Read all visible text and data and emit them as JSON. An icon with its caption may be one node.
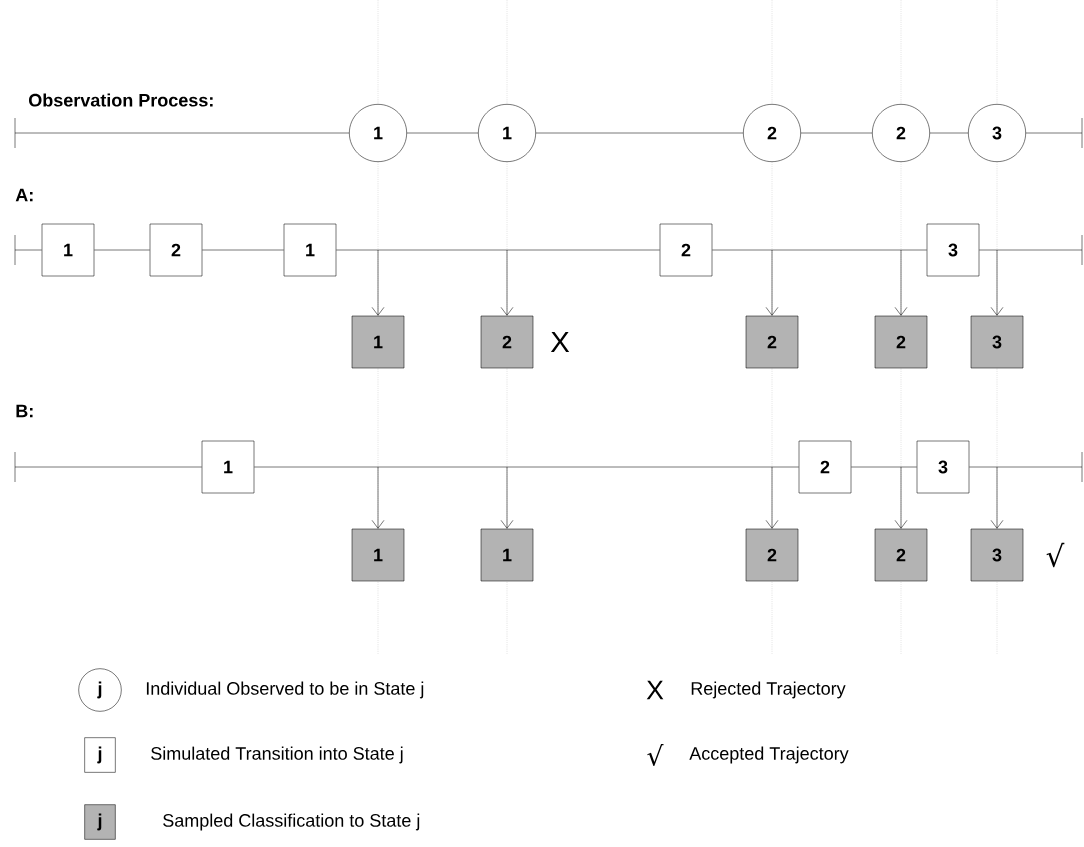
{
  "diagram": {
    "nodes": [
      {
        "text": [
          "1"
        ]
      },
      {
        "text": [
          "1"
        ]
      },
      {
        "text": [
          "2"
        ]
      },
      {
        "text": [
          "2"
        ]
      },
      {
        "text": [
          "3"
        ]
      },
      {
        "text": [
          "1"
        ]
      },
      {
        "text": [
          "2"
        ]
      },
      {
        "text": [
          "1"
        ]
      },
      {
        "text": [
          "2"
        ]
      },
      {
        "text": [
          "3"
        ]
      },
      {
        "text": [
          "1"
        ]
      },
      {
        "text": [
          "2"
        ]
      },
      {
        "text": [
          "2"
        ]
      },
      {
        "text": [
          "2"
        ]
      },
      {
        "text": [
          "3"
        ]
      },
      {
        "text": [
          "1"
        ]
      },
      {
        "text": [
          "2"
        ]
      },
      {
        "text": [
          "3"
        ]
      },
      {
        "text": [
          "1"
        ]
      },
      {
        "text": [
          "1"
        ]
      },
      {
        "text": [
          "2"
        ]
      },
      {
        "text": [
          "2"
        ]
      },
      {
        "text": [
          "3"
        ]
      }
    ],
    "edges": [
      {
        "from": null,
        "to": 0,
        "arrow": "none"
      },
      {
        "from": 0,
        "to": 1,
        "arrow": "none"
      },
      {
        "from": 1,
        "to": 2,
        "arrow": "none"
      },
      {
        "from": 2,
        "to": 3,
        "arrow": "none"
      },
      {
        "from": 3,
        "to": 4,
        "arrow": "none"
      },
      {
        "from": 4,
        "to": null,
        "arrow": "none"
      },
      {
        "from": null,
        "to": 5,
        "arrow": "none"
      },
      {
        "from": 5,
        "to": 6,
        "arrow": "none"
      },
      {
        "from": 6,
        "to": 7,
        "arrow": "none"
      },
      {
        "from": 7,
        "to": 8,
        "arrow": "none"
      },
      {
        "from": 8,
        "to": 9,
        "arrow": "none"
      },
      {
        "from": 9,
        "to": null,
        "arrow": "none"
      },
      {
        "from": null,
        "to": 15,
        "arrow": "none"
      },
      {
        "from": 15,
        "to": 16,
        "arrow": "none"
      },
      {
        "from": 16,
        "to": 17,
        "arrow": "none"
      },
      {
        "from": 17,
        "to": null,
        "arrow": "none"
      },
      {
        "from": null,
        "to": 10,
        "arrow": "to"
      },
      {
        "from": null,
        "to": 11,
        "arrow": "to"
      },
      {
        "from": null,
        "to": 12,
        "arrow": "to"
      },
      {
        "from": null,
        "to": 13,
        "arrow": "to"
      },
      {
        "from": null,
        "to": 14,
        "arrow": "to"
      },
      {
        "from": null,
        "to": 18,
        "arrow": "to"
      },
      {
        "from": null,
        "to": 19,
        "arrow": "to"
      },
      {
        "from": null,
        "to": 20,
        "arrow": "to"
      },
      {
        "from": null,
        "to": 21,
        "arrow": "to"
      },
      {
        "from": null,
        "to": 22,
        "arrow": "to"
      }
    ],
    "labels": [
      "Observation Process:",
      "A:",
      "X",
      "B:",
      "√",
      "j",
      "X",
      "j",
      "√",
      "j"
    ],
    "legend": [
      {
        "text": "Individual Observed to be in State j"
      },
      {
        "text": "Rejected Trajectory"
      },
      {
        "text": "Simulated Transition into State j"
      },
      {
        "text": "Accepted Trajectory"
      },
      {
        "text": "Sampled Classification to State j"
      }
    ]
  }
}
